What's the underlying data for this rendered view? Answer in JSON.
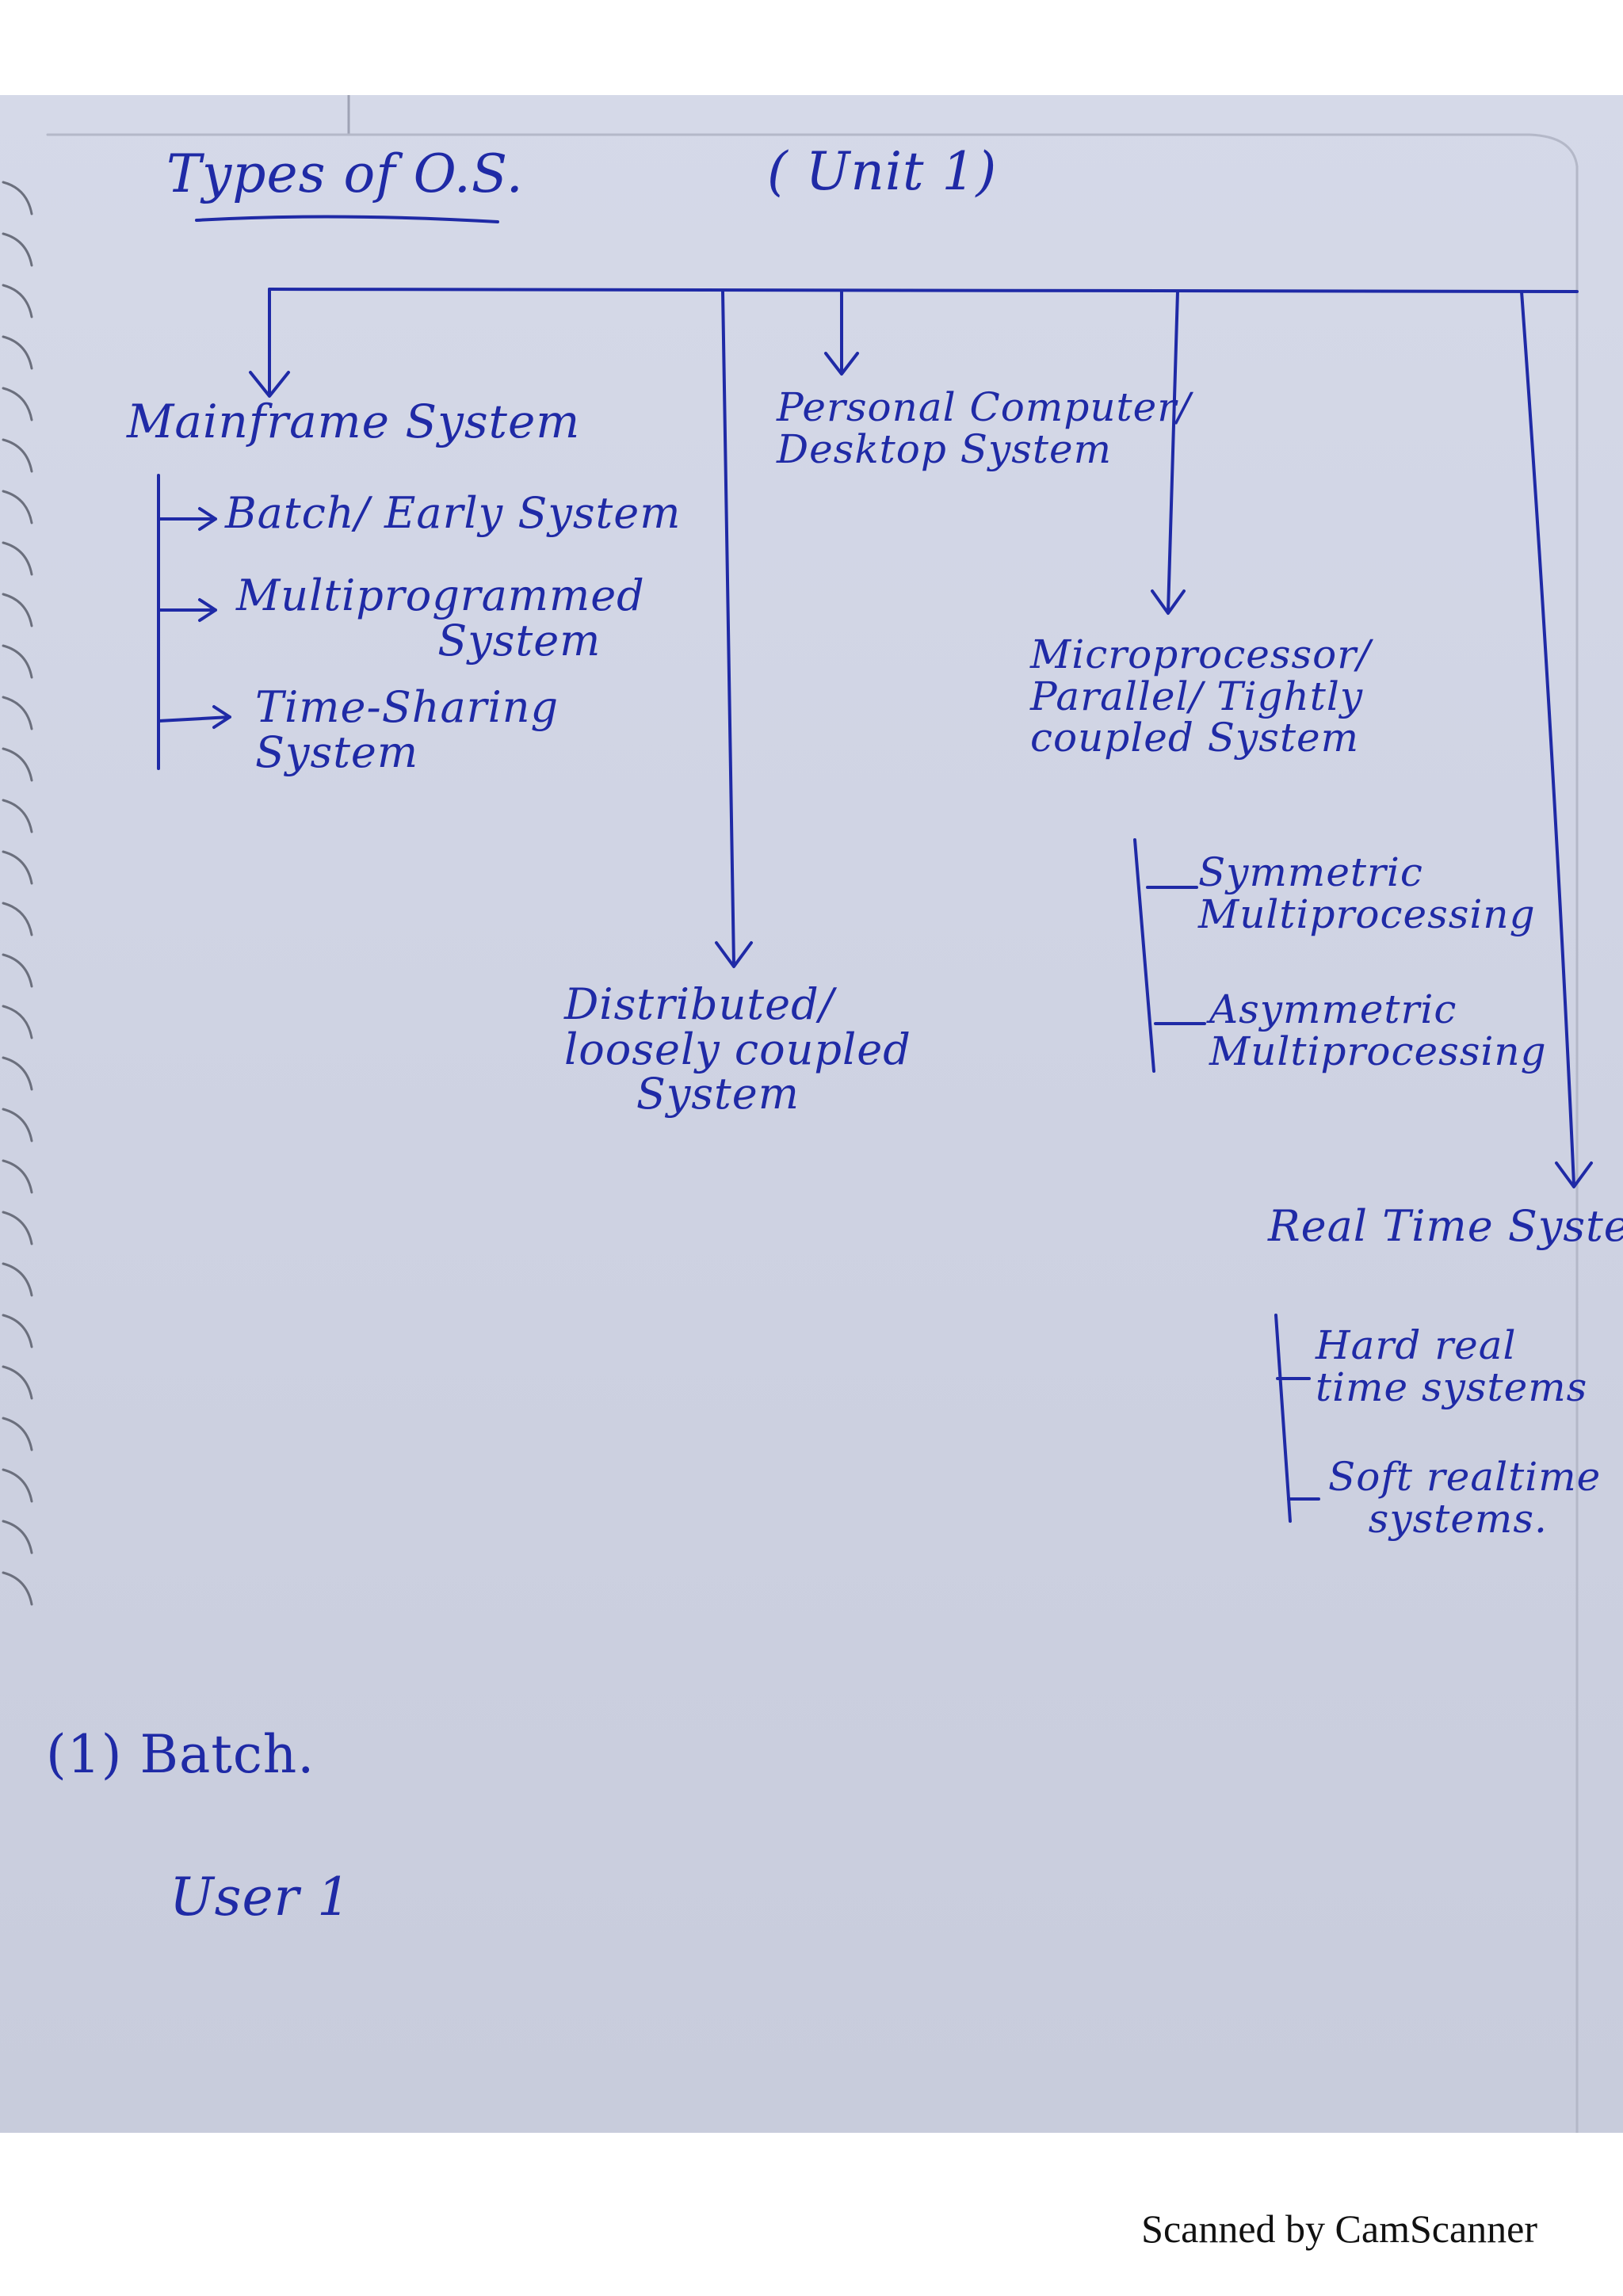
{
  "title": "Types of O.S.",
  "unit": "( Unit 1)",
  "branches": {
    "mainframe": {
      "label": "Mainframe System",
      "items": [
        "Batch/ Early System",
        "Multiprogrammed\n              System",
        "Time-Sharing\nSystem"
      ]
    },
    "distributed": {
      "label": "Distributed/\nloosely coupled\n     System"
    },
    "personal": {
      "label": "Personal Computer/\nDesktop System"
    },
    "microprocessor": {
      "label": "Microprocessor/\nParallel/ Tightly\ncoupled System",
      "items": [
        "Symmetric\nMultiprocessing",
        "Asymmetric\nMultiprocessing"
      ]
    },
    "realtime": {
      "label": "Real Time System",
      "items": [
        "Hard real\ntime systems",
        "Soft realtime\n   systems."
      ]
    }
  },
  "notes": {
    "section": "(1) Batch.",
    "user": "User 1"
  },
  "footer": "Scanned by CamScanner",
  "colors": {
    "ink": "#1f2aa6",
    "paper": "#d2d6e6",
    "footer_text": "#111111"
  }
}
